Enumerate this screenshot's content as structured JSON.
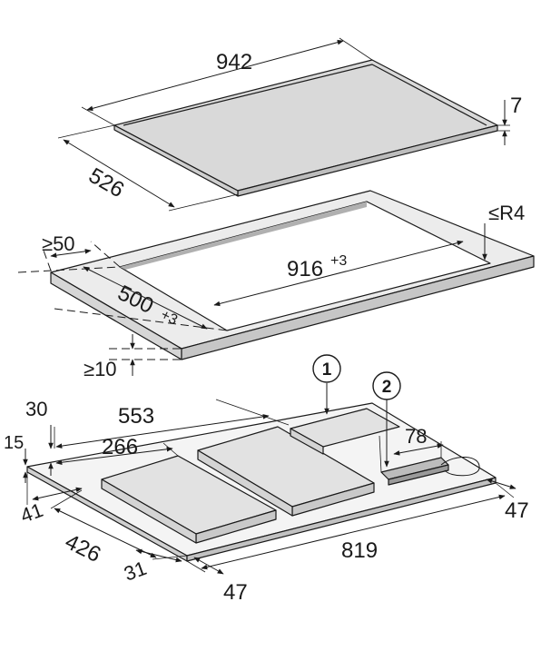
{
  "cooktop": {
    "width": "942",
    "depth": "526",
    "thickness": "7"
  },
  "cutout": {
    "min_edge_front": "≥50",
    "corner_radius": "≤R4",
    "width": "916",
    "width_tolerance": "+3",
    "depth": "500",
    "depth_tolerance": "+3",
    "min_worktop_thickness": "≥10"
  },
  "underside": {
    "dim_553": "553",
    "dim_266": "266",
    "dim_78": "78",
    "dim_30": "30",
    "dim_15": "15",
    "dim_41": "41",
    "dim_426": "426",
    "dim_31": "31",
    "dim_819": "819",
    "dim_47_left": "47",
    "dim_47_right": "47"
  },
  "callouts": [
    {
      "number": "1"
    },
    {
      "number": "2"
    }
  ],
  "colors": {
    "glass_top": "#d9d9d9",
    "frame": "#ececec",
    "module": "#e2e2e2",
    "line": "#1a1a1a"
  }
}
